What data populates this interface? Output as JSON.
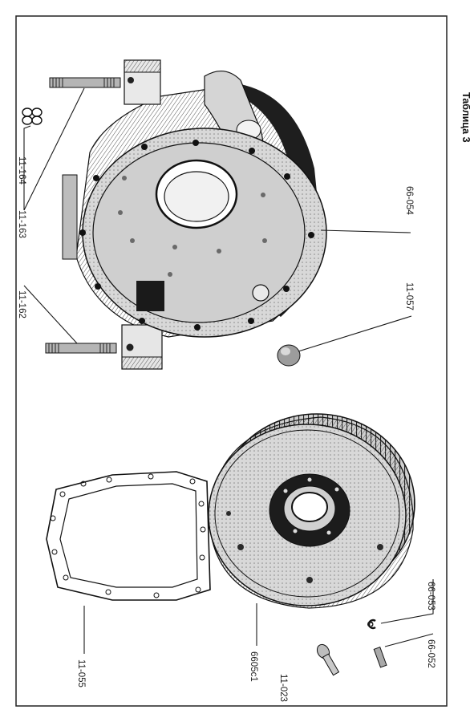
{
  "plate": {
    "caption": "Таблица 3"
  },
  "callouts": [
    {
      "id": "11-164",
      "text": "11-164",
      "part": "spring clip"
    },
    {
      "id": "11-163",
      "text": "11-163",
      "part": "stud upper"
    },
    {
      "id": "11-162",
      "text": "11-162",
      "part": "stud lower"
    },
    {
      "id": "66-054",
      "text": "66-054",
      "part": "flywheel housing"
    },
    {
      "id": "11-057",
      "text": "11-057",
      "part": "plug"
    },
    {
      "id": "11-055",
      "text": "11-055",
      "part": "gasket"
    },
    {
      "id": "6605c1",
      "text": "6605с1",
      "part": "flywheel"
    },
    {
      "id": "11-023",
      "text": "11-023",
      "part": "bolt"
    },
    {
      "id": "66-053",
      "text": "66-053",
      "part": "retaining ring"
    },
    {
      "id": "66-052",
      "text": "66-052",
      "part": "pin"
    },
    {
      "id": "c-mark",
      "text": "с",
      "part": "ring mark"
    }
  ]
}
